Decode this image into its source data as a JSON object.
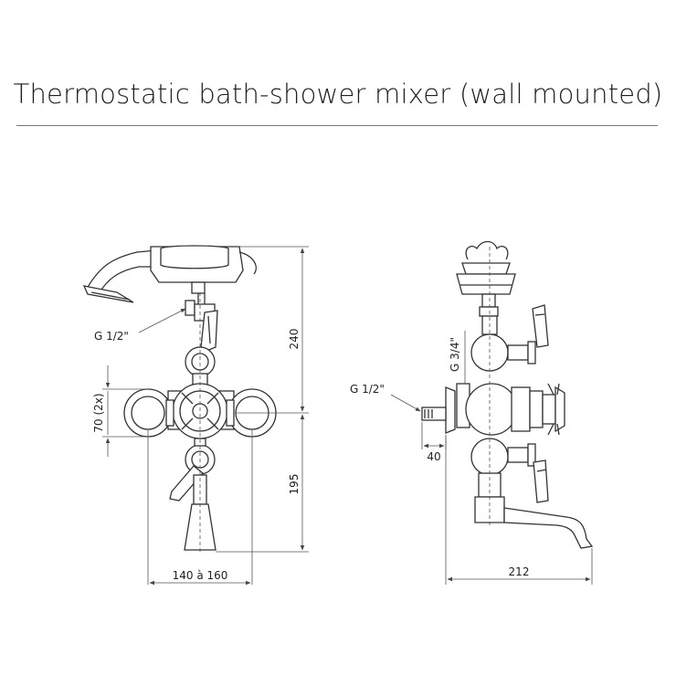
{
  "title": "Thermostatic bath-shower mixer (wall mounted)",
  "front_view": {
    "label_connection": "G 1/2\"",
    "dim_height_top": "240",
    "dim_height_bottom": "195",
    "dim_spacing": "70 (2x)",
    "dim_width": "140 à 160"
  },
  "side_view": {
    "label_inlet": "G 1/2\"",
    "label_outlet": "G 3/4\"",
    "dim_offset": "40",
    "dim_spout": "212"
  },
  "colors": {
    "line": "#333333",
    "rule": "#777777"
  }
}
